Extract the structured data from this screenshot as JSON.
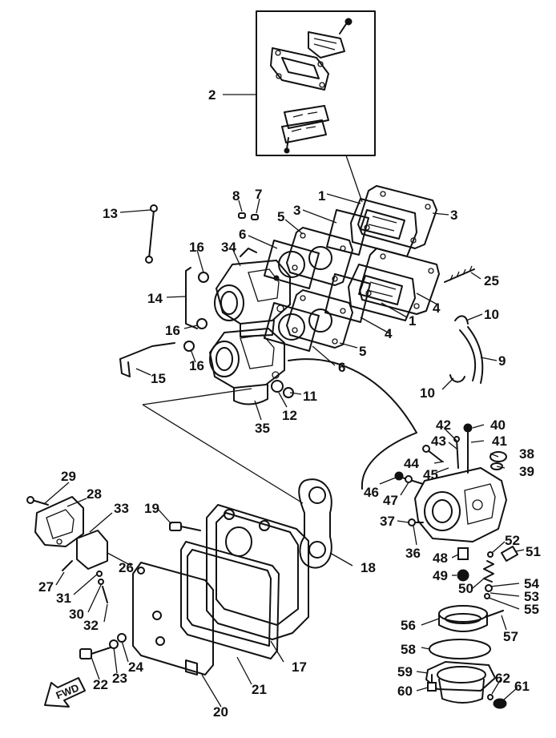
{
  "diagram": {
    "callouts": [
      "1",
      "2",
      "3",
      "4",
      "5",
      "6",
      "7",
      "8",
      "9",
      "10",
      "11",
      "12",
      "13",
      "14",
      "15",
      "16",
      "17",
      "18",
      "19",
      "20",
      "21",
      "22",
      "23",
      "24",
      "25",
      "26",
      "27",
      "28",
      "29",
      "30",
      "31",
      "32",
      "33",
      "34",
      "35",
      "36",
      "37",
      "38",
      "39",
      "40",
      "41",
      "42",
      "43",
      "44",
      "45",
      "46",
      "47",
      "48",
      "49",
      "50",
      "51",
      "52",
      "53",
      "54",
      "55",
      "56",
      "57",
      "58",
      "59",
      "60",
      "61",
      "62"
    ],
    "fwd_label": "FWD"
  }
}
